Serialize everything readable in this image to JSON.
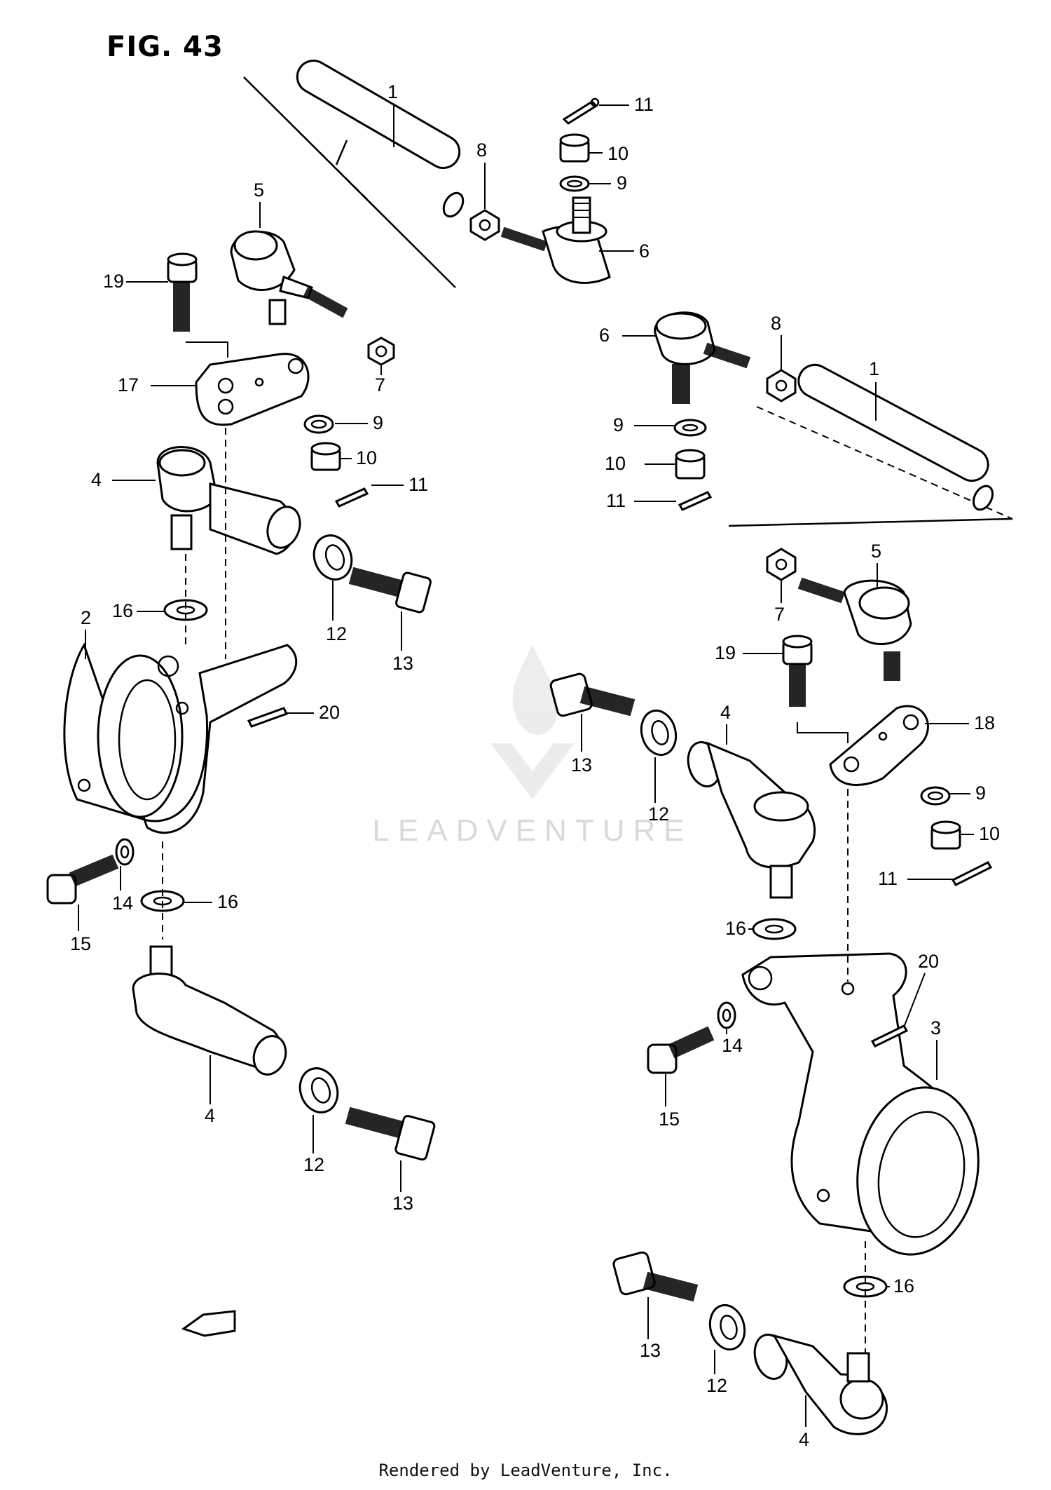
{
  "figure": {
    "title": "FIG. 43",
    "footer": "Rendered by LeadVenture, Inc.",
    "watermark": "LEADVENTURE"
  },
  "callouts": [
    "1",
    "11",
    "8",
    "10",
    "9",
    "5",
    "6",
    "19",
    "7",
    "6",
    "8",
    "1",
    "17",
    "9",
    "9",
    "10",
    "10",
    "11",
    "4",
    "11",
    "5",
    "7",
    "16",
    "12",
    "2",
    "13",
    "19",
    "20",
    "4",
    "18",
    "13",
    "12",
    "9",
    "10",
    "14",
    "16",
    "15",
    "11",
    "16",
    "20",
    "3",
    "14",
    "15",
    "4",
    "12",
    "13",
    "16",
    "13",
    "12",
    "4",
    "fwd"
  ],
  "legend_icon": "fwd-arrow-icon"
}
